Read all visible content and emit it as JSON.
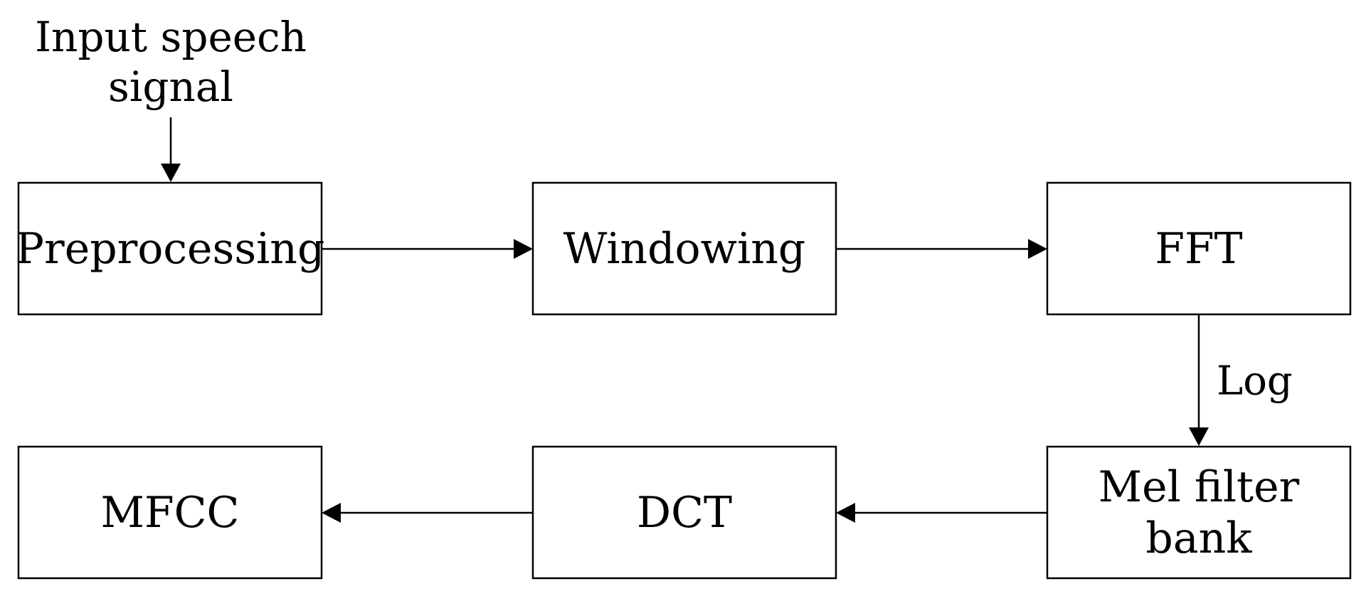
{
  "input": {
    "line1": "Input speech",
    "line2": "signal"
  },
  "nodes": {
    "preprocessing": "Preprocessing",
    "windowing": "Windowing",
    "fft": "FFT",
    "mel_line1": "Mel filter",
    "mel_line2": "bank",
    "dct": "DCT",
    "mfcc": "MFCC"
  },
  "edges": {
    "log_label": "Log"
  }
}
